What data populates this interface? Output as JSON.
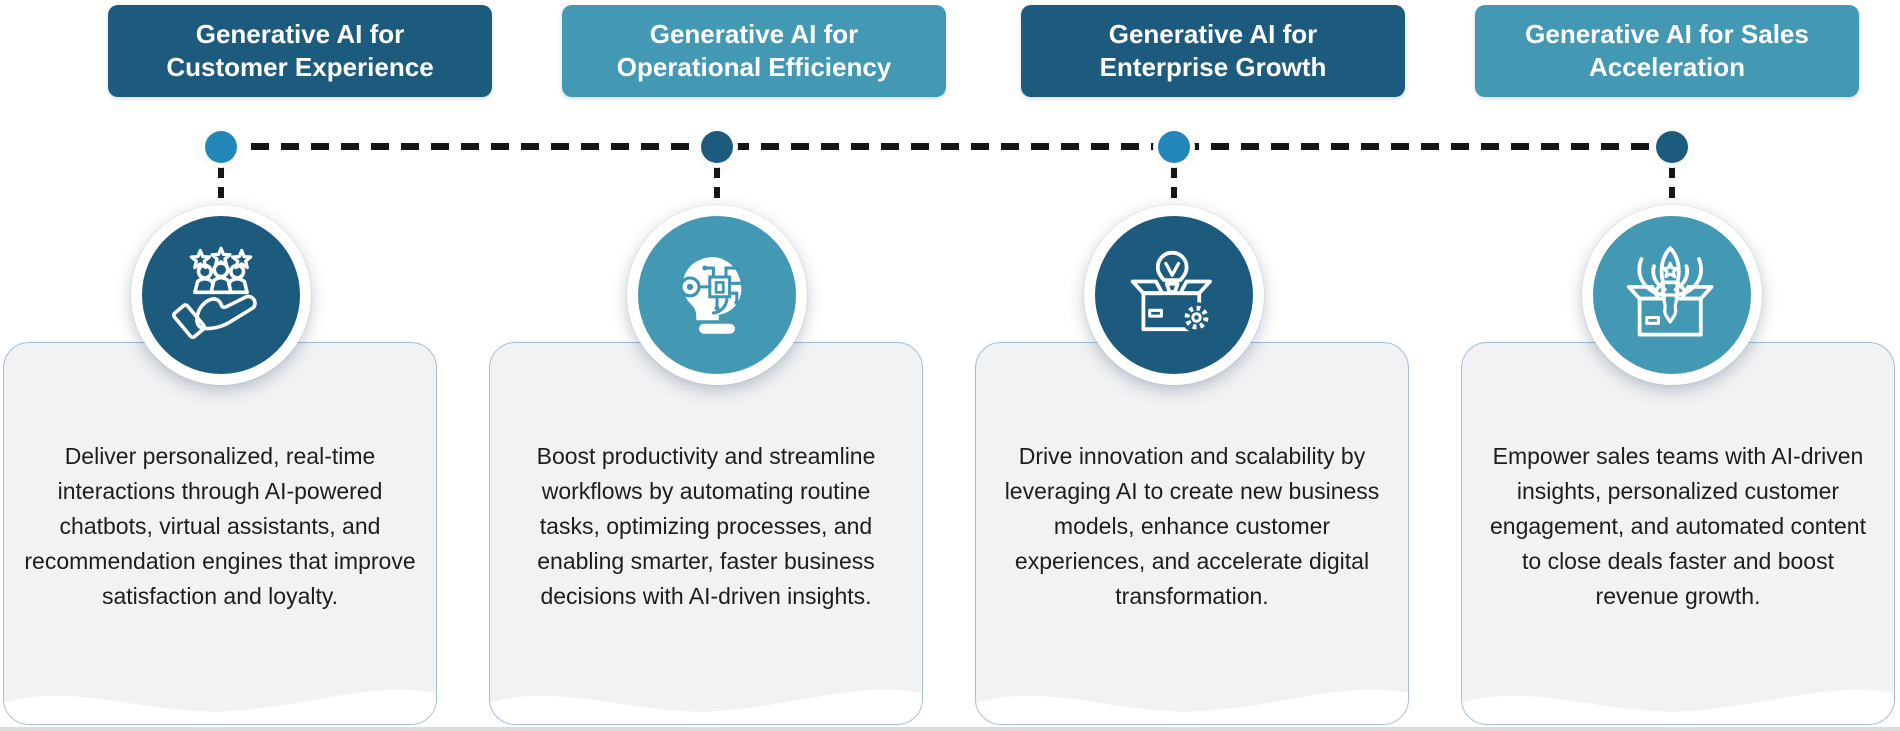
{
  "title": "Generative AI business value infographic",
  "colors": {
    "dark_blue": "#1d5b7e",
    "teal": "#4399b4",
    "dot_blue": "#2386b9",
    "timeline_black": "#161616",
    "card_bg": "#f1f2f4",
    "card_border": "#a7bdd6",
    "text": "#1d1d1f",
    "header_text": "#ffffff"
  },
  "timeline": {
    "style": "black dashed horizontal line connecting four dots",
    "dot_colors": [
      "#2386b9",
      "#1d5b7e",
      "#2386b9",
      "#1d5b7e"
    ]
  },
  "columns": [
    {
      "theme": "dark",
      "title": "Generative AI for Customer Experience",
      "icon": "customer-satisfaction-icon",
      "description": "Deliver personalized, real-time interactions through AI-powered chatbots, virtual assistants, and recommendation engines that improve satisfaction and loyalty."
    },
    {
      "theme": "teal",
      "title": "Generative AI for Operational Efficiency",
      "icon": "ai-head-chip-icon",
      "description": "Boost productivity and streamline workflows by automating routine tasks, optimizing processes, and enabling smarter, faster business decisions with AI-driven insights."
    },
    {
      "theme": "dark",
      "title": "Generative AI for Enterprise Growth",
      "icon": "box-lightbulb-gear-icon",
      "description": "Drive innovation and scalability by leveraging AI to create new business models, enhance customer experiences, and accelerate digital transformation."
    },
    {
      "theme": "teal",
      "title": "Generative AI for Sales Acceleration",
      "icon": "rocket-launch-box-icon",
      "description": "Empower sales teams with AI-driven insights, personalized customer engagement, and automated content to close deals faster and boost revenue growth."
    }
  ]
}
